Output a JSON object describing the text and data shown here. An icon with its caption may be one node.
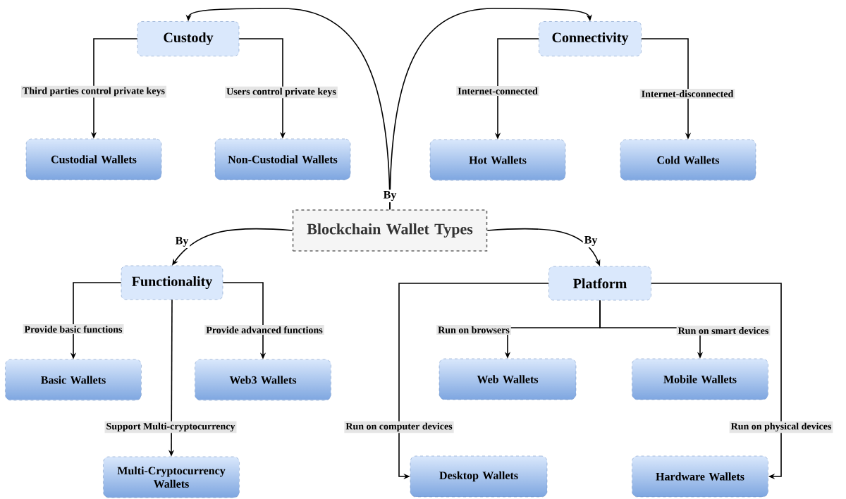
{
  "diagram": {
    "nodes": [
      {
        "text": [
          "Blockchain Wallet Types"
        ]
      },
      {
        "text": [
          "Custody"
        ]
      },
      {
        "text": [
          "Custodial Wallets"
        ]
      },
      {
        "text": [
          "Non-Custodial Wallets"
        ]
      },
      {
        "text": [
          "Connectivity"
        ]
      },
      {
        "text": [
          "Hot Wallets"
        ]
      },
      {
        "text": [
          "Cold Wallets"
        ]
      },
      {
        "text": [
          "Functionality"
        ]
      },
      {
        "text": [
          "Basic Wallets"
        ]
      },
      {
        "text": [
          "Web3 Wallets"
        ]
      },
      {
        "text": [
          "Multi-Cryptocurrency Wallets"
        ]
      },
      {
        "text": [
          "Platform"
        ]
      },
      {
        "text": [
          "Web Wallets"
        ]
      },
      {
        "text": [
          "Mobile Wallets"
        ]
      },
      {
        "text": [
          "Desktop Wallets"
        ]
      },
      {
        "text": [
          "Hardware Wallets"
        ]
      }
    ],
    "edges": [
      {
        "from": 0,
        "to": 1,
        "arrow": "to",
        "label": "By"
      },
      {
        "from": 0,
        "to": 4,
        "arrow": "to"
      },
      {
        "from": 0,
        "to": 7,
        "arrow": "to",
        "label": "By"
      },
      {
        "from": 0,
        "to": 11,
        "arrow": "to",
        "label": "By"
      },
      {
        "from": 1,
        "to": 2,
        "arrow": "to",
        "label": "Third parties control private keys"
      },
      {
        "from": 1,
        "to": 3,
        "arrow": "to",
        "label": "Users control private keys"
      },
      {
        "from": 4,
        "to": 5,
        "arrow": "to",
        "label": "Internet-connected"
      },
      {
        "from": 4,
        "to": 6,
        "arrow": "to",
        "label": "Internet-disconnected"
      },
      {
        "from": 7,
        "to": 8,
        "arrow": "to",
        "label": "Provide basic functions"
      },
      {
        "from": 7,
        "to": 9,
        "arrow": "to",
        "label": "Provide advanced functions"
      },
      {
        "from": 7,
        "to": 10,
        "arrow": "to",
        "label": "Support Multi-cryptocurrency"
      },
      {
        "from": 11,
        "to": 12,
        "arrow": "to",
        "label": "Run on browsers"
      },
      {
        "from": 11,
        "to": 13,
        "arrow": "to",
        "label": "Run on smart devices"
      },
      {
        "from": 11,
        "to": 14,
        "arrow": "to",
        "label": "Run on computer devices"
      },
      {
        "from": 11,
        "to": 15,
        "arrow": "to",
        "label": "Run on physical devices"
      }
    ]
  }
}
